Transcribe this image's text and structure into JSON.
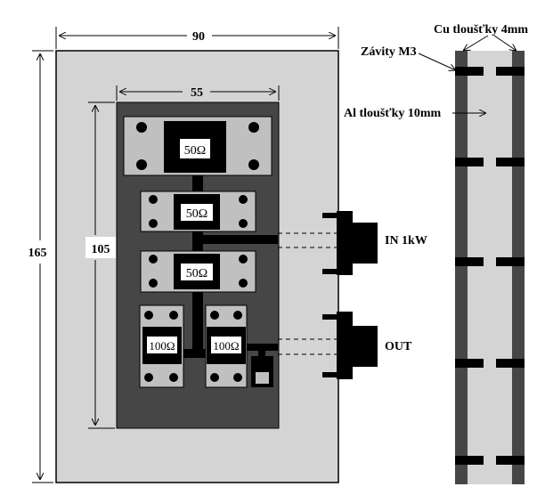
{
  "dimensions": {
    "width": "90",
    "height": "165",
    "inner_width": "55",
    "inner_height": "105"
  },
  "resistors": {
    "top": "50Ω",
    "middle": "50Ω",
    "lower": "50Ω",
    "left_small": "100Ω",
    "right_small": "100Ω"
  },
  "connectors": {
    "input": "IN 1kW",
    "output": "OUT"
  },
  "side_view": {
    "copper": "Cu tloušťky 4mm",
    "threads": "Závity M3",
    "aluminium": "Al tloušťky 10mm"
  },
  "colors": {
    "plate_light": "#d4d4d4",
    "plate_dark": "#464646",
    "resistor_body": "#c0c0c0",
    "black": "#000000"
  }
}
